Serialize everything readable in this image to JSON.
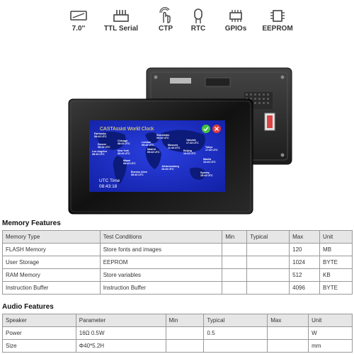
{
  "features": [
    {
      "label": "7.0''",
      "icon": "screen-size-icon"
    },
    {
      "label": "TTL Serial",
      "icon": "serial-port-icon"
    },
    {
      "label": "CTP",
      "icon": "touch-hand-icon"
    },
    {
      "label": "RTC",
      "icon": "clock-crystal-icon"
    },
    {
      "label": "GPIOs",
      "icon": "gpio-chip-icon"
    },
    {
      "label": "EEPROM",
      "icon": "eeprom-chip-icon"
    }
  ],
  "screen": {
    "app_title": "CASTAssist World Clock",
    "utc_label": "UTC Time",
    "utc_time": "08:43:18",
    "cities": [
      {
        "name": "Fairbanks",
        "time": "08:43 UTC"
      },
      {
        "name": "Chicago",
        "time": "08:43 UTC"
      },
      {
        "name": "Denver",
        "time": "08:43 UTC"
      },
      {
        "name": "Los Angeles",
        "time": "08:43 UTC"
      },
      {
        "name": "New York",
        "time": "08:43 UTC"
      },
      {
        "name": "Miami",
        "time": "08:43 UTC"
      },
      {
        "name": "Buenos Aires",
        "time": "08:43 UTC"
      },
      {
        "name": "London",
        "time": "09:43 UTC"
      },
      {
        "name": "Madrid",
        "time": "09:43 UTC"
      },
      {
        "name": "Stockholm",
        "time": "09:43 UTC"
      },
      {
        "name": "Moscow",
        "time": "11:43 UTC"
      },
      {
        "name": "Johannesburg",
        "time": "10:43 UTC"
      },
      {
        "name": "Yakutsk",
        "time": "17:43 UTC"
      },
      {
        "name": "Tokyo",
        "time": "17:43 UTC"
      },
      {
        "name": "Beijing",
        "time": "16:43 UTC"
      },
      {
        "name": "Manila",
        "time": "16:43 UTC"
      },
      {
        "name": "Sydney",
        "time": "18:43 UTC"
      }
    ]
  },
  "memory": {
    "title": "Memory Features",
    "headers": [
      "Memory Type",
      "Test Conditions",
      "Min",
      "Typical",
      "Max",
      "Unit"
    ],
    "rows": [
      [
        "FLASH Memory",
        "Store fonts and images",
        "",
        "",
        "120",
        "MB"
      ],
      [
        "User Storage",
        "EEPROM",
        "",
        "",
        "1024",
        "BYTE"
      ],
      [
        "RAM Memory",
        "Store variables",
        "",
        "",
        "512",
        "KB"
      ],
      [
        "Instruction Buffer",
        "Instruction Buffer",
        "",
        "",
        "4096",
        "BYTE"
      ]
    ]
  },
  "audio": {
    "title": "Audio Features",
    "headers": [
      "Speaker",
      "Parameter",
      "Min",
      "Typical",
      "Max",
      "Unit"
    ],
    "rows": [
      [
        "Power",
        "16Ω 0.5W",
        "",
        "0.5",
        "",
        "W"
      ],
      [
        "Size",
        "Φ40*5.2H",
        "",
        "",
        "",
        "mm"
      ]
    ]
  },
  "colors": {
    "screen_bg": "#1a2dcc",
    "map_land": "#0c1a7a",
    "city_text": "#ffffff",
    "title_text": "#ffee66",
    "button_green": "#43c143",
    "button_red": "#e23b3b",
    "bezel": "#0e0e0e",
    "header_fill": "#e6e6e6"
  }
}
